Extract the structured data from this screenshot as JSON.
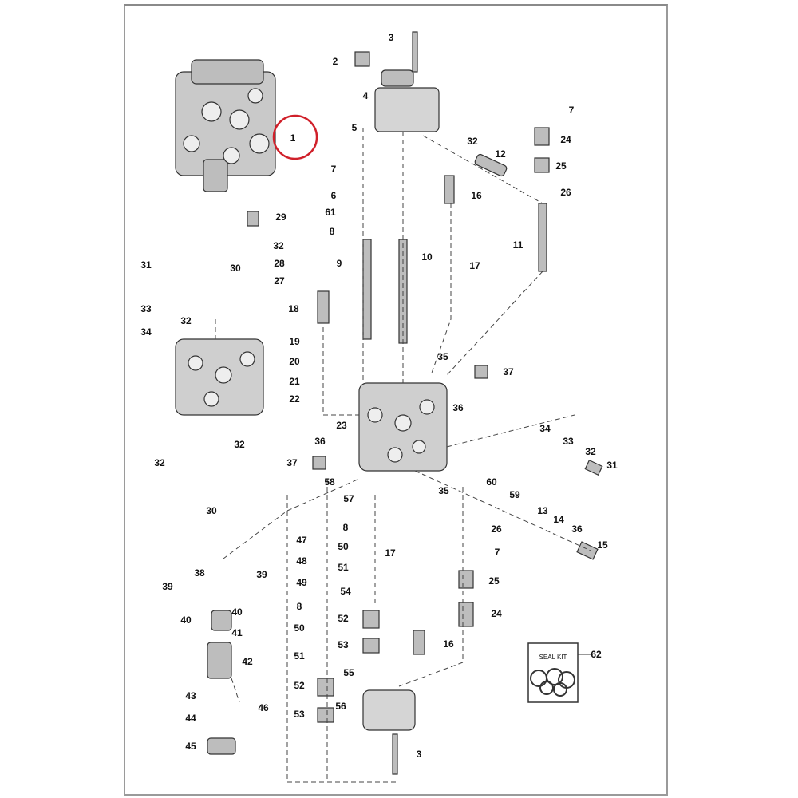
{
  "diagram": {
    "title_callout": "1",
    "highlight_color": "#d0202a",
    "seal_kit_label": "SEAL KIT",
    "callouts": [
      "3",
      "2",
      "4",
      "5",
      "7",
      "24",
      "32",
      "12",
      "25",
      "7",
      "6",
      "16",
      "26",
      "61",
      "8",
      "29",
      "32",
      "28",
      "27",
      "31",
      "30",
      "10",
      "9",
      "17",
      "11",
      "33",
      "32",
      "34",
      "18",
      "19",
      "20",
      "21",
      "22",
      "35",
      "37",
      "36",
      "23",
      "34",
      "36",
      "33",
      "32",
      "31",
      "32",
      "32",
      "37",
      "58",
      "60",
      "35",
      "59",
      "57",
      "13",
      "30",
      "14",
      "26",
      "8",
      "36",
      "47",
      "50",
      "17",
      "7",
      "15",
      "48",
      "51",
      "38",
      "39",
      "25",
      "49",
      "54",
      "39",
      "40",
      "40",
      "8",
      "52",
      "24",
      "41",
      "50",
      "53",
      "16",
      "62",
      "42",
      "51",
      "55",
      "43",
      "46",
      "52",
      "56",
      "44",
      "53",
      "45",
      "3"
    ]
  }
}
